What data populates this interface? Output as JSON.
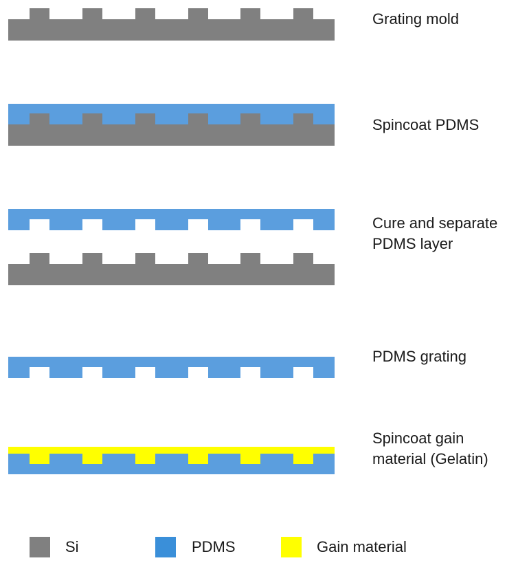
{
  "colors": {
    "si": "#808080",
    "pdms": "#5b9ede",
    "gain": "#ffff00",
    "legend_pdms": "#3a8fd9"
  },
  "steps": [
    {
      "lines": [
        "Grating mold"
      ]
    },
    {
      "lines": [
        "Spincoat PDMS"
      ]
    },
    {
      "lines": [
        "Cure and separate",
        "PDMS layer"
      ]
    },
    {
      "lines": [
        "PDMS grating"
      ]
    },
    {
      "lines": [
        "Spincoat gain",
        "material (Gelatin)"
      ]
    }
  ],
  "legend": [
    {
      "label": "Si",
      "color_key": "si",
      "icon": "si-swatch-icon"
    },
    {
      "label": "PDMS",
      "color_key": "legend_pdms",
      "icon": "pdms-swatch-icon"
    },
    {
      "label": "Gain material",
      "color_key": "gain",
      "icon": "gain-swatch-icon"
    }
  ]
}
